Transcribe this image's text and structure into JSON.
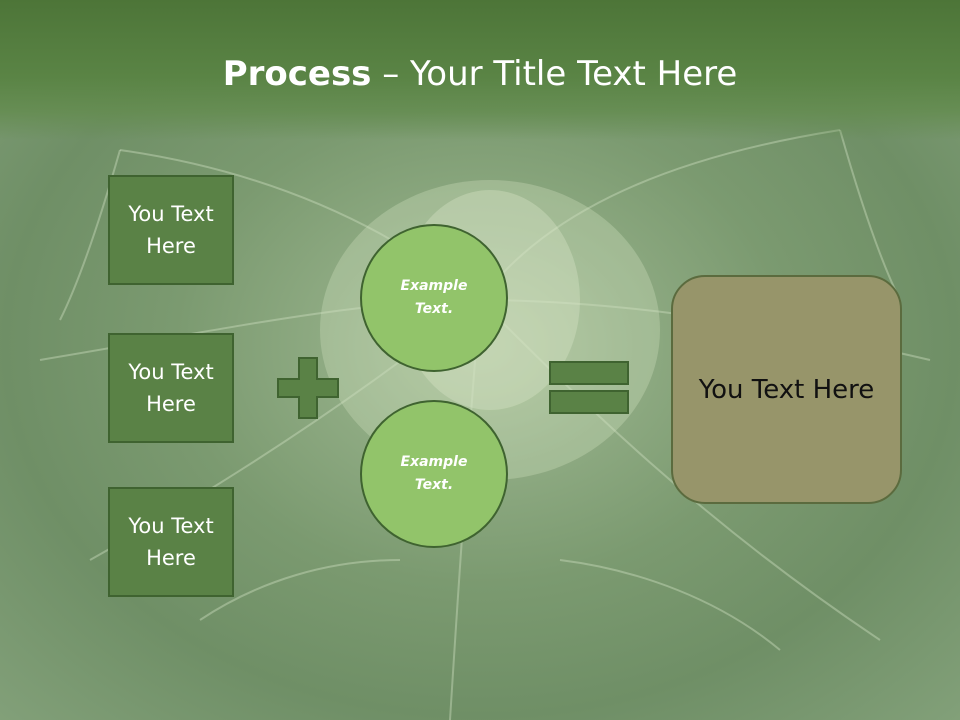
{
  "slide": {
    "title_bold": "Process",
    "title_rest": " – Your Title Text Here",
    "left_boxes": [
      "You Text Here",
      "You Text Here",
      "You Text Here"
    ],
    "circles": [
      "Example Text.",
      "Example Text."
    ],
    "result": "You Text Here"
  },
  "colors": {
    "header": "#4d7538",
    "box_fill": "#5a8246",
    "circle_fill": "#92c46a",
    "result_fill": "#97956a",
    "symbol_fill": "#5a8246"
  },
  "icons": {
    "plus": "plus-icon",
    "equals": "equals-icon"
  }
}
